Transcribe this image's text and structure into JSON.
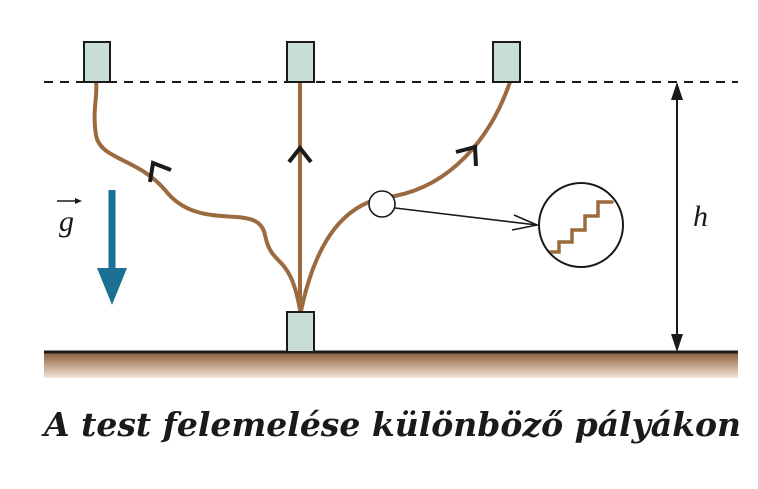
{
  "labels": {
    "gravity": "g",
    "height": "h"
  },
  "caption": "A test felemelése különböző pályákon",
  "colors": {
    "path": "#9b6a3e",
    "block_fill": "#c8ddd6",
    "block_stroke": "#1a1a1a",
    "gravity_arrow": "#1b6f93",
    "ground_top": "#8a5a35",
    "ground_fade": "#f3e6da",
    "line": "#1a1a1a"
  },
  "icons": {
    "path_arrowhead": "chevron-up-icon",
    "zoom_detail": "staircase-icon"
  }
}
